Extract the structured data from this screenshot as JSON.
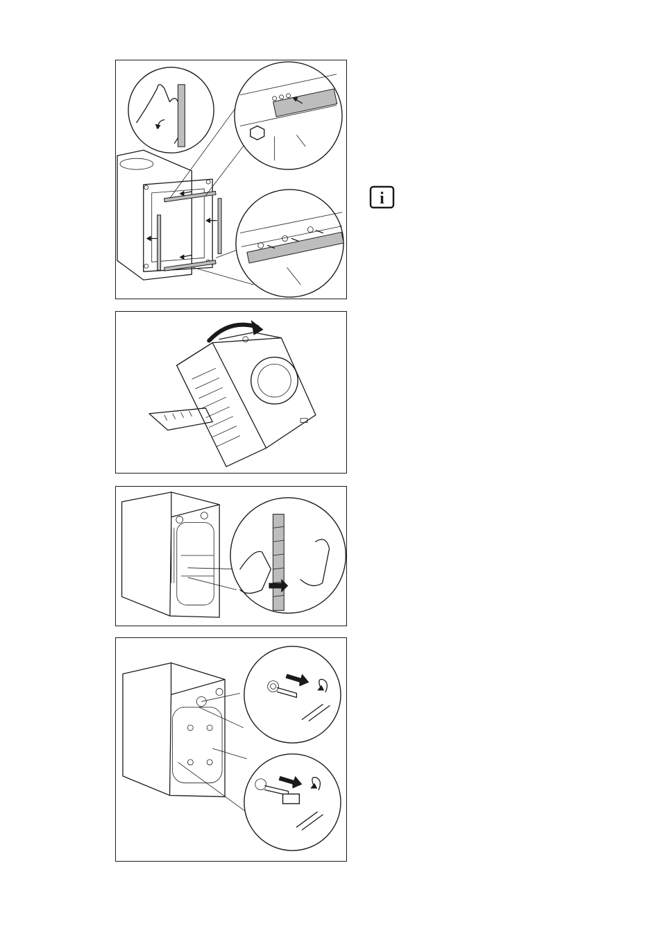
{
  "figures": [
    {
      "id": "fig1",
      "icon": "transport-bolt-cover-fitting-icon"
    },
    {
      "id": "fig2",
      "icon": "tilt-machine-icon"
    },
    {
      "id": "fig3",
      "icon": "hose-clip-removal-icon"
    },
    {
      "id": "fig4",
      "icon": "transit-bolt-removal-icon"
    }
  ],
  "info_marker": {
    "icon": "info-icon",
    "glyph": "i"
  },
  "colors": {
    "line": "#1a1a1a",
    "fill_grey": "#bdbdbd",
    "background": "#ffffff"
  }
}
